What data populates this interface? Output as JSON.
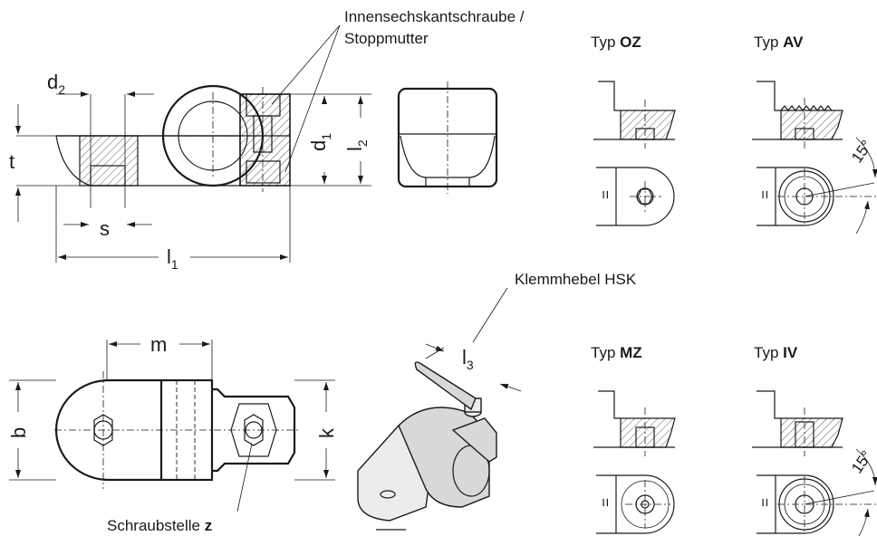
{
  "labels": {
    "screw_line1": "Innensechskantschraube /",
    "screw_line2": "Stoppmutter",
    "lever": "Klemmhebel HSK",
    "screw_point": "Schraubstelle ",
    "screw_point_z": "z"
  },
  "types": [
    {
      "prefix": "Typ ",
      "code": "OZ"
    },
    {
      "prefix": "Typ ",
      "code": "AV"
    },
    {
      "prefix": "Typ ",
      "code": "MZ"
    },
    {
      "prefix": "Typ ",
      "code": "IV"
    }
  ],
  "dimensions": {
    "d2": "d",
    "d2_sub": "2",
    "d1": "d",
    "d1_sub": "1",
    "l2": "l",
    "l2_sub": "2",
    "l1": "l",
    "l1_sub": "1",
    "l3": "l",
    "l3_sub": "3",
    "t": "t",
    "s": "s",
    "m": "m",
    "b": "b",
    "k": "k",
    "angle": "15°"
  }
}
